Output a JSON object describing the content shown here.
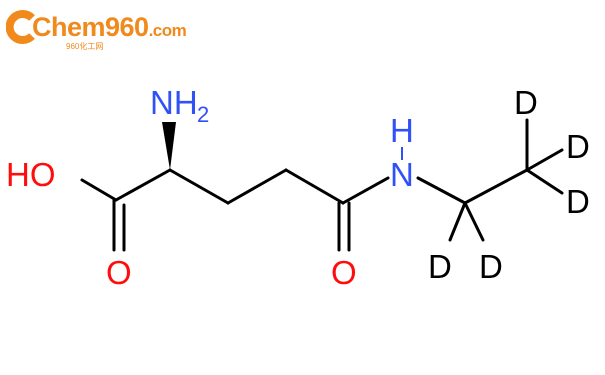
{
  "logo": {
    "brand": "Chem960",
    "brand_suffix": ".com",
    "tagline": "960化工网"
  },
  "molecule": {
    "atoms": {
      "amine_N": "NH",
      "amine_sub": "2",
      "hydroxyl": "HO",
      "carbonyl_O_acid": "O",
      "carbonyl_O_amide": "O",
      "amide_N": "N",
      "amide_H": "H",
      "deuterium_top": "D",
      "deuterium_right_upper": "D",
      "deuterium_right_lower": "D",
      "deuterium_bottom_left": "D",
      "deuterium_bottom_right": "D"
    },
    "colors": {
      "oxygen": "#ff0d0d",
      "nitrogen": "#3050f8",
      "carbon_bond": "#000000"
    }
  }
}
